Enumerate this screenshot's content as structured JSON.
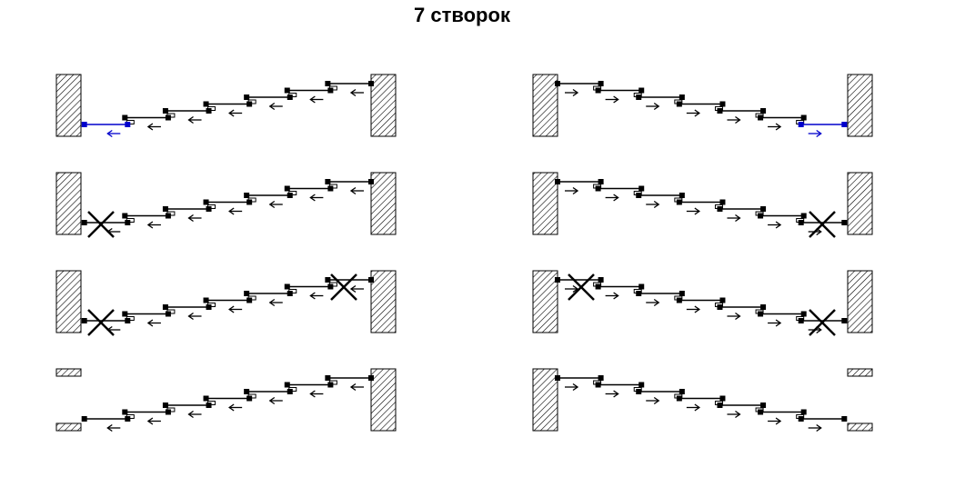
{
  "title": "7 створок",
  "colors": {
    "line": "#000000",
    "accent": "#0000cc",
    "background": "#ffffff"
  },
  "diagrams": [
    {
      "id": "left-1",
      "direction": "left",
      "wall_far": "solid",
      "wall_near": "solid",
      "first_leaf": "blue",
      "cross_far": false,
      "cross_near": false
    },
    {
      "id": "right-1",
      "direction": "right",
      "wall_far": "solid",
      "wall_near": "solid",
      "first_leaf": "blue",
      "cross_far": false,
      "cross_near": false
    },
    {
      "id": "left-2",
      "direction": "left",
      "wall_far": "solid",
      "wall_near": "solid",
      "first_leaf": "crossed",
      "cross_far": false,
      "cross_near": false
    },
    {
      "id": "right-2",
      "direction": "right",
      "wall_far": "solid",
      "wall_near": "solid",
      "first_leaf": "crossed",
      "cross_far": false,
      "cross_near": false
    },
    {
      "id": "left-3",
      "direction": "left",
      "wall_far": "solid",
      "wall_near": "solid",
      "first_leaf": "crossed",
      "cross_far": true,
      "cross_near": false
    },
    {
      "id": "right-3",
      "direction": "right",
      "wall_far": "solid",
      "wall_near": "solid",
      "first_leaf": "crossed",
      "cross_far": true,
      "cross_near": false
    },
    {
      "id": "left-4",
      "direction": "left",
      "wall_far": "open",
      "wall_near": "solid",
      "first_leaf": "plain",
      "cross_far": false,
      "cross_near": false
    },
    {
      "id": "right-4",
      "direction": "right",
      "wall_far": "open",
      "wall_near": "solid",
      "first_leaf": "plain",
      "cross_far": false,
      "cross_near": false
    }
  ]
}
